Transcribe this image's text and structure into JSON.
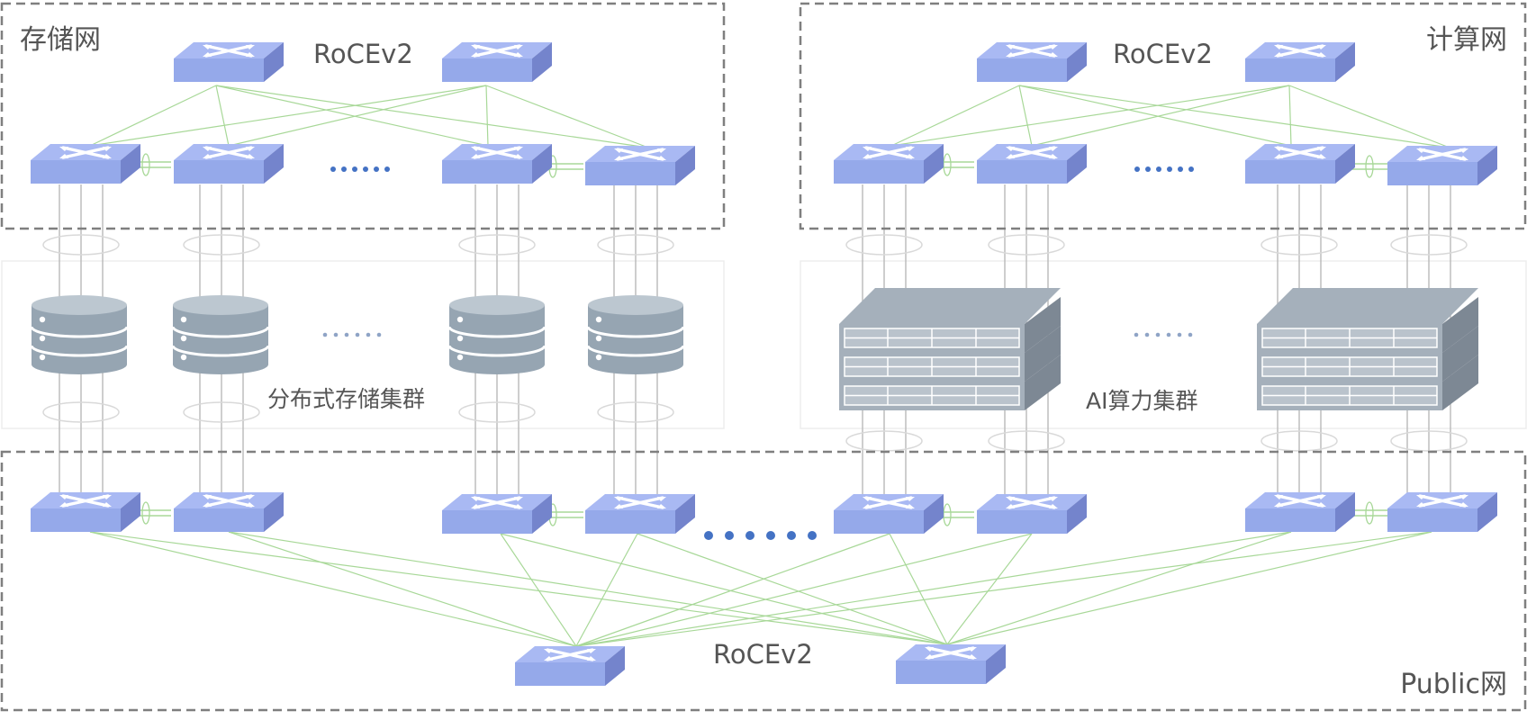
{
  "zones": {
    "storage": "存储网",
    "compute": "计算网",
    "public": "Public网"
  },
  "protocols": {
    "storage_spine": "RoCEv2",
    "compute_spine": "RoCEv2",
    "public_spine": "RoCEv2"
  },
  "clusters": {
    "storage": "分布式存储集群",
    "compute": "AI算力集群"
  },
  "colors": {
    "switch_top": "#A9B9F3",
    "switch_front": "#95A9EA",
    "switch_side": "#7484CC",
    "link_green": "#A8D898",
    "cable_gray": "#BDBDBD",
    "dashed_border": "#7F7F7F",
    "ellipsis_blue": "#4472C4",
    "storage_top": "#BCC7D0",
    "storage_body": "#96A5B2",
    "server_top": "#A5B0BB",
    "server_side": "#7D8894"
  },
  "icons": {
    "switch": "network-switch-icon",
    "storage": "database-cylinder-icon",
    "server": "rack-server-icon"
  }
}
